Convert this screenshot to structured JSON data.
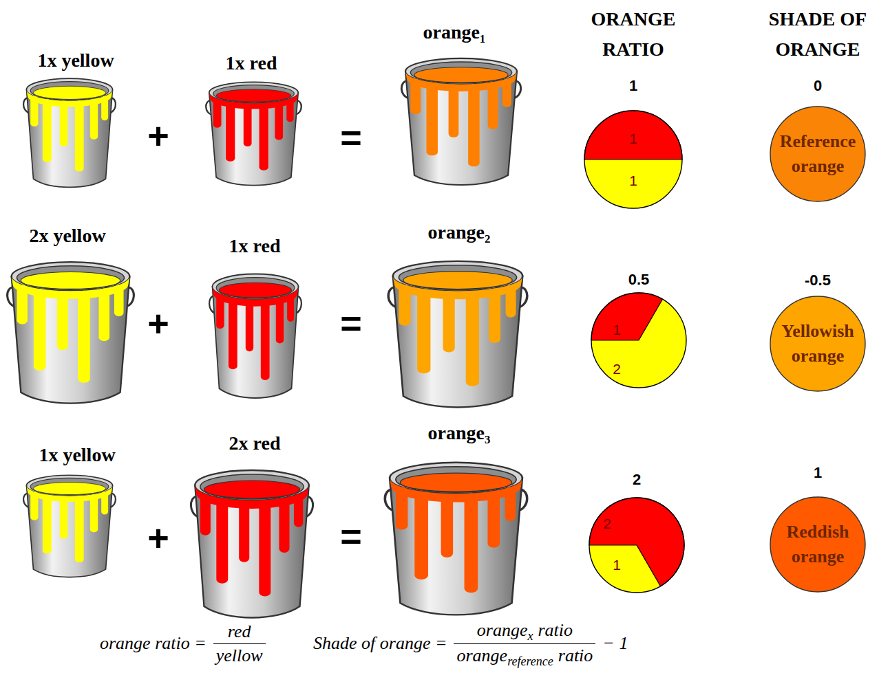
{
  "diagram": {
    "nodes": [
      {
        "text": [
          "1x yellow"
        ]
      },
      {
        "text": [
          "1x red"
        ]
      },
      {
        "text": [
          "orange₁"
        ]
      },
      {
        "text": [
          "1",
          "1",
          "1"
        ]
      },
      {
        "text": [
          "0",
          "Reference orange"
        ]
      },
      {
        "text": [
          "2x yellow"
        ]
      },
      {
        "text": [
          "1x red"
        ]
      },
      {
        "text": [
          "orange₂"
        ]
      },
      {
        "text": [
          "0.5",
          "1",
          "2"
        ]
      },
      {
        "text": [
          "-0.5",
          "Yellowish orange"
        ]
      },
      {
        "text": [
          "1x yellow"
        ]
      },
      {
        "text": [
          "2x red"
        ]
      },
      {
        "text": [
          "orange₃"
        ]
      },
      {
        "text": [
          "2",
          "2",
          "1"
        ]
      },
      {
        "text": [
          "1",
          "Reddish orange"
        ]
      }
    ],
    "labels": [
      "ORANGE RATIO",
      "SHADE OF ORANGE",
      "+",
      "=",
      "+",
      "=",
      "+",
      "=",
      "orange ratio =",
      "red",
      "yellow",
      "Shade of orange =",
      "orange",
      "x",
      "ratio",
      "orange",
      "reference",
      "ratio",
      "− 1"
    ]
  }
}
